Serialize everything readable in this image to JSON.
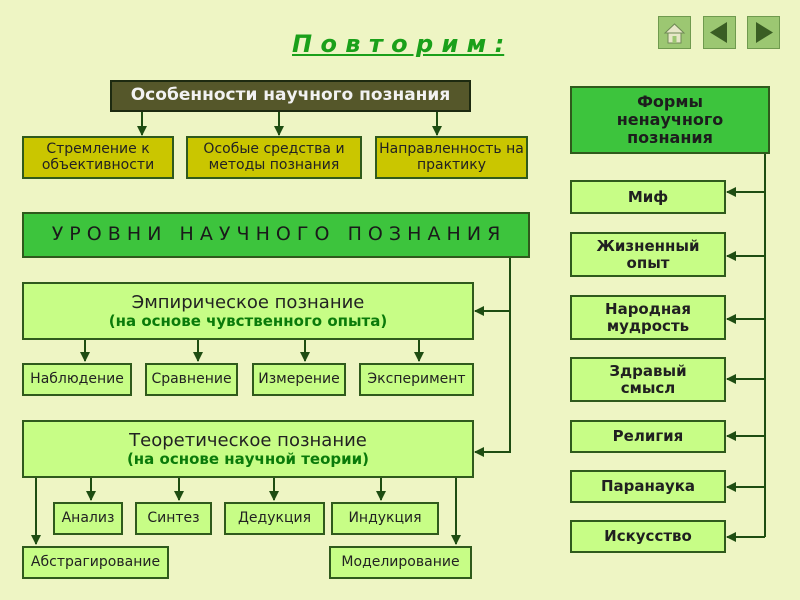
{
  "title": "П о в т о р и м :",
  "nav": {
    "home_icon": "home-icon",
    "prev_icon": "arrow-left-icon",
    "next_icon": "arrow-right-icon"
  },
  "colors": {
    "background": "#eef5c4",
    "title": "#1aa01a",
    "dark_box": "#55572a",
    "mid_green": "#3dc43d",
    "light_green": "#c7fd86",
    "olive": "#cac600",
    "line": "#2f5a1c"
  },
  "features": {
    "title": "Особенности научного познания",
    "items": [
      "Стремление к объективности",
      "Особые средства и методы познания",
      "Направленность на практику"
    ]
  },
  "levels": {
    "title": "У Р О В Н И   Н А У Ч Н О Г О   П О З Н А Н И Я"
  },
  "empirical": {
    "title": "Эмпирическое познание",
    "subtitle": "(на основе чувственного опыта)",
    "methods": [
      "Наблюдение",
      "Сравнение",
      "Измерение",
      "Эксперимент"
    ]
  },
  "theoretical": {
    "title": "Теоретическое познание",
    "subtitle": "(на основе научной теории)",
    "methods": [
      "Анализ",
      "Синтез",
      "Дедукция",
      "Индукция"
    ],
    "extra": [
      "Абстрагирование",
      "Моделирование"
    ]
  },
  "nonscientific": {
    "title": "Формы ненаучного познания",
    "forms": [
      "Миф",
      "Жизненный опыт",
      "Народная мудрость",
      "Здравый смысл",
      "Религия",
      "Паранаука",
      "Искусство"
    ]
  }
}
